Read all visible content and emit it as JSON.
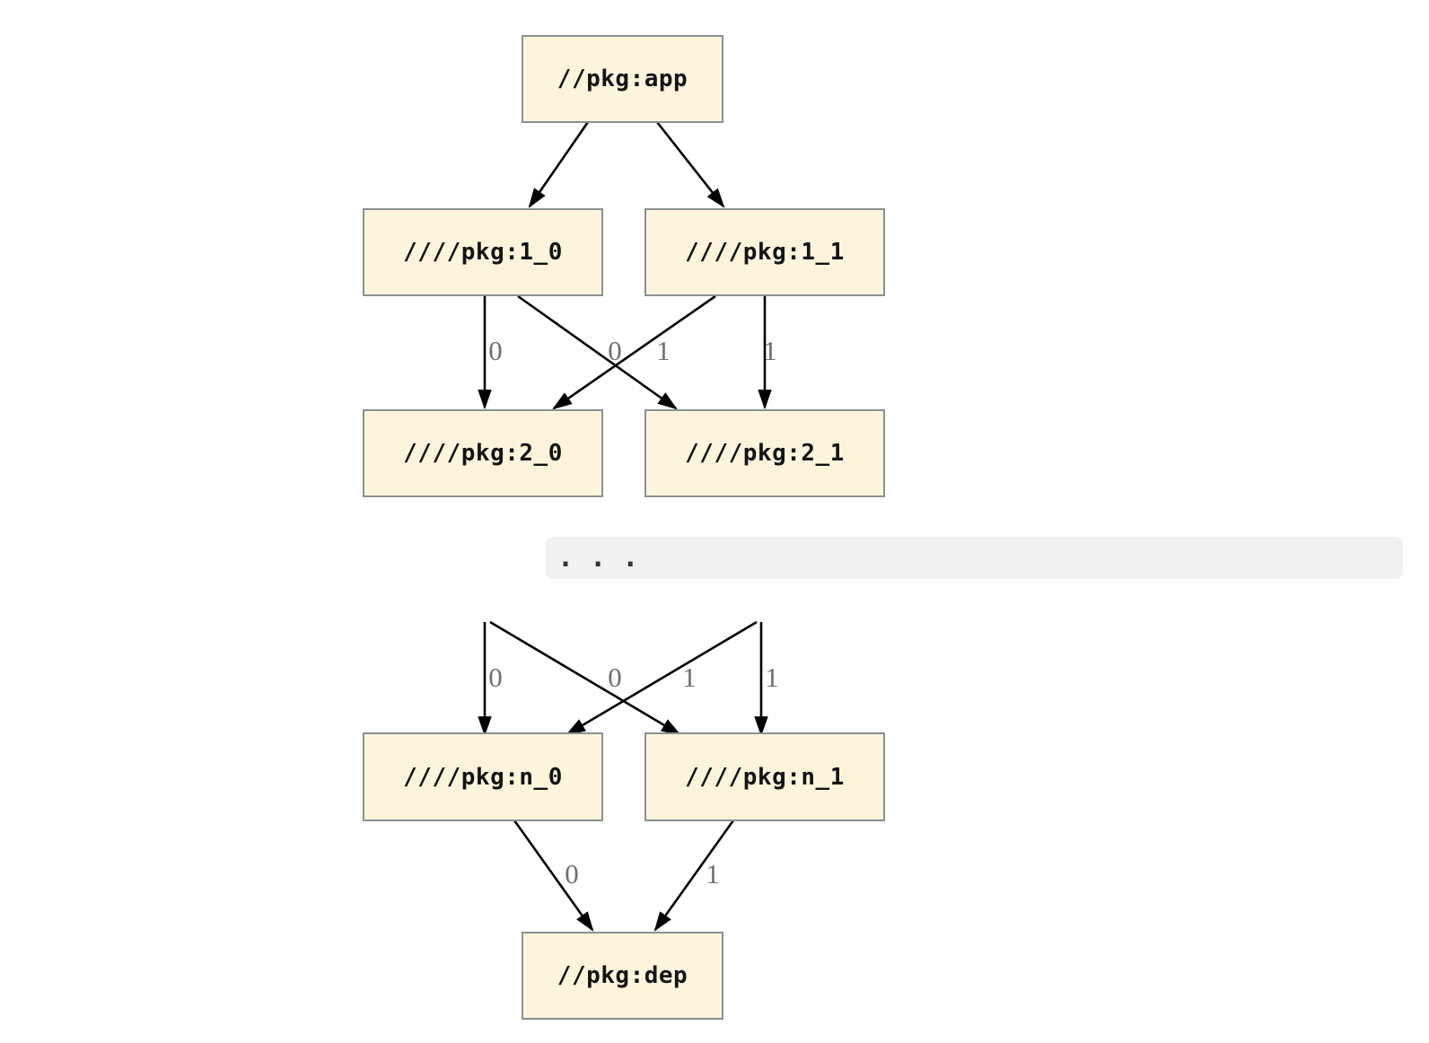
{
  "diagram": {
    "type": "dependency-graph",
    "ellipsis": ". . .",
    "colors": {
      "background": "#FFFFFF",
      "node_fill": "#FCF5DC",
      "node_border": "#8B9191",
      "node_text": "#141414",
      "edge": "#000000",
      "edge_label": "#6F6F6F",
      "ellipsis_band_bg": "#F1F1F1"
    },
    "nodes": [
      {
        "label": "//pkg:app"
      },
      {
        "label": "////pkg:1_0"
      },
      {
        "label": "////pkg:1_1"
      },
      {
        "label": "////pkg:2_0"
      },
      {
        "label": "////pkg:2_1"
      },
      {
        "label": "////pkg:n_0"
      },
      {
        "label": "////pkg:n_1"
      },
      {
        "label": "//pkg:dep"
      }
    ],
    "edges": [
      {
        "from": "//pkg:app",
        "to": "////pkg:1_0",
        "label": ""
      },
      {
        "from": "//pkg:app",
        "to": "////pkg:1_1",
        "label": ""
      },
      {
        "from": "////pkg:1_0",
        "to": "////pkg:2_0",
        "label": "0"
      },
      {
        "from": "////pkg:1_0",
        "to": "////pkg:2_1",
        "label": "1"
      },
      {
        "from": "////pkg:1_1",
        "to": "////pkg:2_0",
        "label": "0"
      },
      {
        "from": "////pkg:1_1",
        "to": "////pkg:2_1",
        "label": "1"
      },
      {
        "from": "...",
        "to": "////pkg:n_0",
        "label": "0"
      },
      {
        "from": "...",
        "to": "////pkg:n_1",
        "label": "1"
      },
      {
        "from": "...",
        "to": "////pkg:n_0",
        "label": "0"
      },
      {
        "from": "...",
        "to": "////pkg:n_1",
        "label": "1"
      },
      {
        "from": "////pkg:n_0",
        "to": "//pkg:dep",
        "label": "0"
      },
      {
        "from": "////pkg:n_1",
        "to": "//pkg:dep",
        "label": "1"
      }
    ]
  }
}
